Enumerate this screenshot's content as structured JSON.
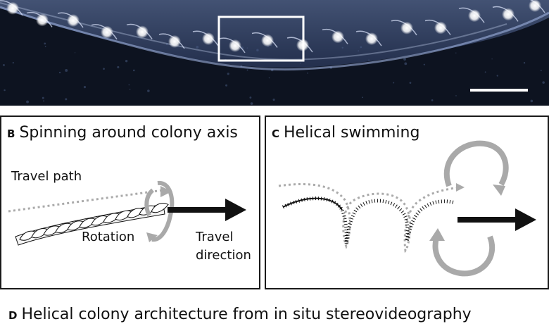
{
  "panel_b": {
    "letter": "B",
    "title": "Spinning around colony axis",
    "travel_path_label": "Travel path",
    "rotation_label": "Rotation",
    "travel_direction_line1": "Travel",
    "travel_direction_line2": "direction"
  },
  "panel_c": {
    "letter": "C",
    "title": "Helical swimming"
  },
  "panel_d": {
    "letter": "D",
    "title": "Helical colony architecture from in situ stereovideography"
  },
  "colors": {
    "photo_background": "#0d1320",
    "zooid": "#ffffff",
    "dotted_path": "#aaaaaa",
    "rotation_arrow": "#a9a9a9",
    "arrow": "#111111"
  }
}
